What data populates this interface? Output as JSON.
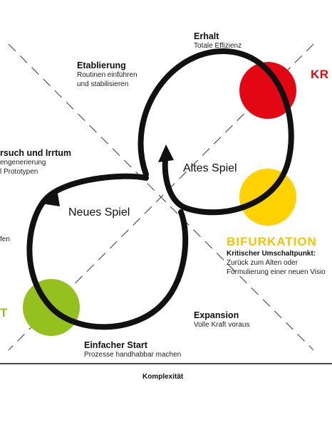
{
  "colors": {
    "red": "#e30613",
    "yellow": "#ffd200",
    "green": "#95c11f",
    "loop": "#111111",
    "dashed": "#555555",
    "bifurkation_text": "#f4c400"
  },
  "phases": {
    "erhalt": {
      "title": "Erhalt",
      "subtitle": "Totale Effizienz"
    },
    "etablierung": {
      "title": "Etablierung",
      "lines": [
        "Routinen einführen",
        "und stabilisieren"
      ]
    },
    "versuch": {
      "title": "rsuch und Irrtum",
      "lines": [
        "engenerierung",
        "l Prototypen"
      ]
    },
    "expansion": {
      "title": "Expansion",
      "subtitle": "Volle Kraft voraus"
    },
    "einfacher_start": {
      "title": "Einfacher Start",
      "subtitle": "Prozesse handhabbar machen"
    },
    "left_fragment": "fen"
  },
  "loops": {
    "altes_spiel": "Altes Spiel",
    "neues_spiel": "Neues Spiel"
  },
  "edge_labels": {
    "kr": "KR",
    "t": "T"
  },
  "bifurkation": {
    "title": "BIFURKATION",
    "subtitle": "Kritischer Umschaltpunkt:",
    "lines": [
      "Zurück zum Alten oder",
      "Formulierung einer neuen Visio"
    ]
  },
  "axis": {
    "x_label": "Komplexität"
  }
}
